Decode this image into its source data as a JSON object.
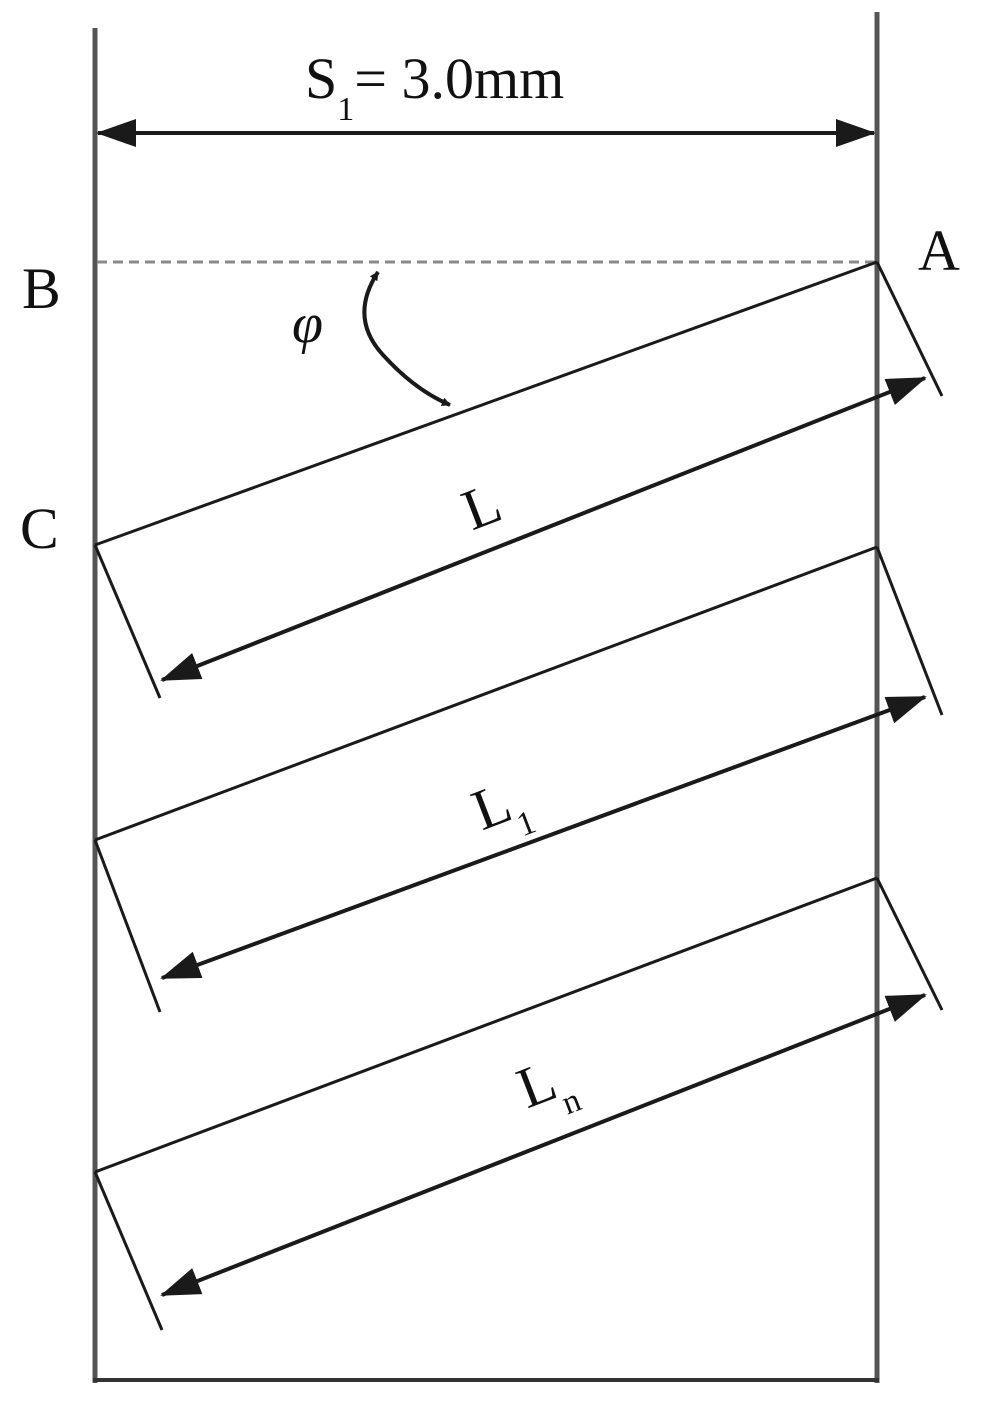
{
  "width_label": {
    "symbol": "S",
    "subscript": "1",
    "value_text": "= 3.0mm"
  },
  "points": {
    "A": "A",
    "B": "B",
    "C": "C"
  },
  "angle_label": "φ",
  "lengths": [
    {
      "symbol": "L",
      "subscript": ""
    },
    {
      "symbol": "L",
      "subscript": "1"
    },
    {
      "symbol": "L",
      "subscript": "n"
    }
  ],
  "colors": {
    "line": "#1a1a1a",
    "dashed": "#8a8a8a",
    "background": "#ffffff"
  }
}
